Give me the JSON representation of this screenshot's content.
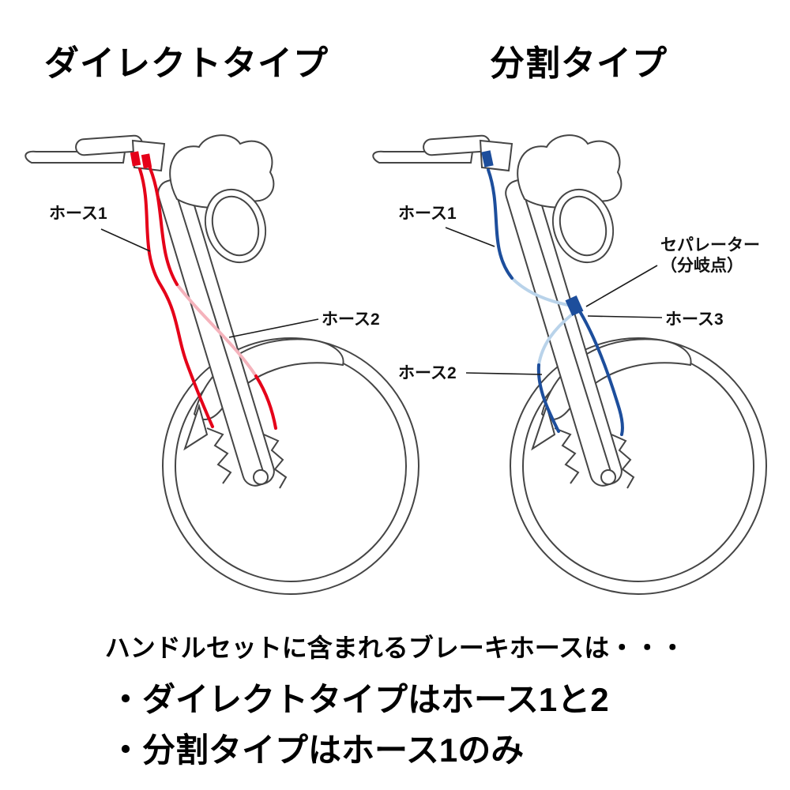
{
  "headings": {
    "left": "ダイレクトタイプ",
    "right": "分割タイプ"
  },
  "diagram": {
    "left": {
      "labels": {
        "hose1": "ホース1",
        "hose2": "ホース2"
      }
    },
    "right": {
      "labels": {
        "hose1": "ホース1",
        "hose2": "ホース2",
        "hose3": "ホース3",
        "separator_line1": "セパレーター",
        "separator_line2": "（分岐点）"
      }
    }
  },
  "colors": {
    "line_art": "#454545",
    "direct_hose": "#e50019",
    "direct_hose_pale": "#f5b3bc",
    "split_hose": "#1d4e9c",
    "split_hose_pale": "#b9d3ea",
    "leader": "#1a1a1a"
  },
  "footer": {
    "intro": "ハンドルセットに含まれるブレーキホースは・・・",
    "bullets": [
      "・ダイレクトタイプはホース1と2",
      "・分割タイプはホース1のみ"
    ]
  }
}
